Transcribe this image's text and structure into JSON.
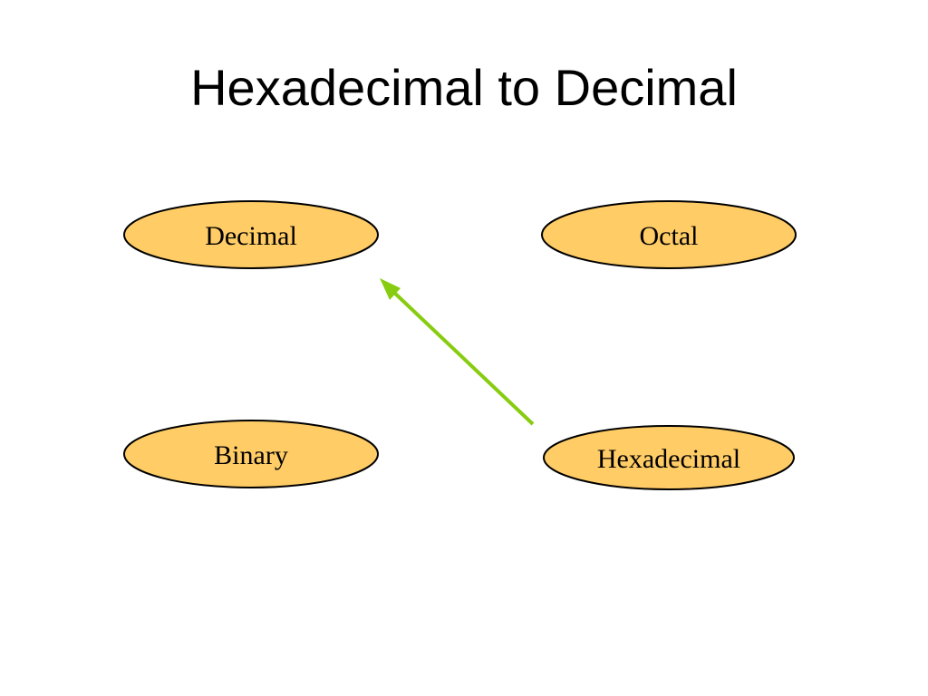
{
  "title": "Hexadecimal to Decimal",
  "colors": {
    "node_fill": "#FFCC66",
    "node_stroke": "#000000",
    "arrow": "#88CC11"
  },
  "nodes": {
    "decimal": {
      "label": "Decimal"
    },
    "octal": {
      "label": "Octal"
    },
    "binary": {
      "label": "Binary"
    },
    "hexadecimal": {
      "label": "Hexadecimal"
    }
  },
  "arrow": {
    "from": "Hexadecimal",
    "to": "Decimal"
  }
}
